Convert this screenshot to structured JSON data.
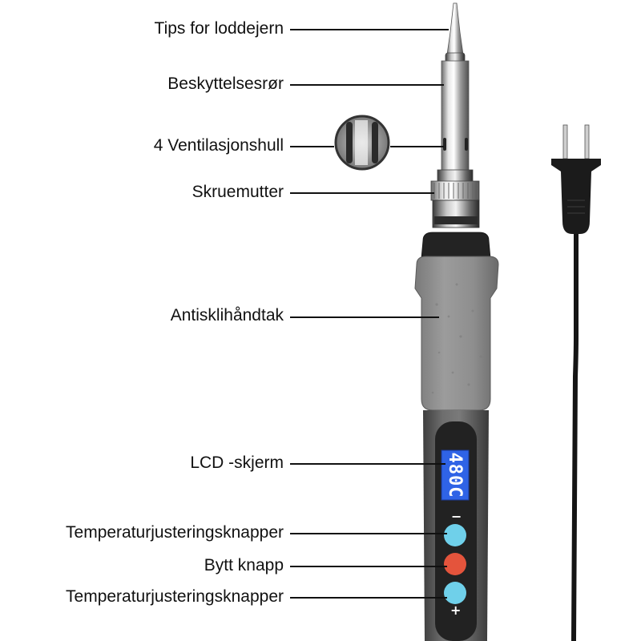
{
  "diagram": {
    "labels": {
      "tip": "Tips for loddejern",
      "protection_tube": "Beskyttelsesrør",
      "vent_holes": "4 Ventilasjonshull",
      "nut": "Skruemutter",
      "handle": "Antisklihåndtak",
      "lcd": "LCD -skjerm",
      "temp_buttons_top": "Temperaturjusteringsknapper",
      "switch_button": "Bytt knapp",
      "temp_buttons_bottom": "Temperaturjusteringsknapper"
    },
    "lcd_reading": "480C",
    "button_symbols": {
      "minus": "−",
      "plus": "+"
    },
    "colors": {
      "lcd_screen": "#2f63e6",
      "temp_button": "#6fd0ea",
      "switch_button": "#e4543c",
      "handle_grip": "#8a8a8a",
      "body": "#5d5d5d"
    }
  }
}
